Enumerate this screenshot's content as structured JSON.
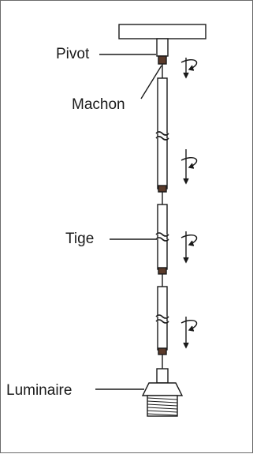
{
  "labels": {
    "pivot": "Pivot",
    "machon": "Machon",
    "tige": "Tige",
    "luminaire": "Luminaire"
  },
  "icons": [
    "rotate-arrow-icon",
    "rotate-arrow-icon",
    "rotate-arrow-icon",
    "rotate-arrow-icon"
  ],
  "colors": {
    "line": "#1a1a1a",
    "thread": "#5a3a2a",
    "frame": "#6b6b6b"
  }
}
